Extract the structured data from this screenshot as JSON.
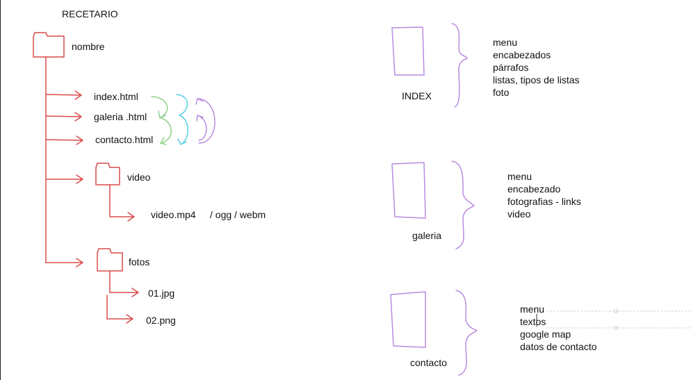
{
  "title": "RECETARIO",
  "root_folder": "nombre",
  "files": {
    "index": "index.html",
    "galeria": "galeria .html",
    "contacto": "contacto.html"
  },
  "video_folder": "video",
  "video_file": "video.mp4",
  "video_formats": "/ ogg / webm",
  "fotos_folder": "fotos",
  "foto_1": "01.jpg",
  "foto_2": "02.png",
  "pages": [
    {
      "label": "INDEX",
      "items": [
        "menu",
        "encabezados",
        "párrafos",
        "listas, tipos de listas",
        "foto"
      ]
    },
    {
      "label": "galeria",
      "items": [
        "menu",
        "encabezado",
        "fotografias - links",
        "video"
      ]
    },
    {
      "label": "contacto",
      "items": [
        "menu",
        "textos",
        "google map",
        "datos de contacto"
      ]
    }
  ],
  "colors": {
    "tree_lines": "#d94a4a",
    "page_boxes": "#b98ae0",
    "arrow_green": "#8fd08a",
    "arrow_cyan": "#56d0e6",
    "arrow_purple": "#b98ae0"
  }
}
